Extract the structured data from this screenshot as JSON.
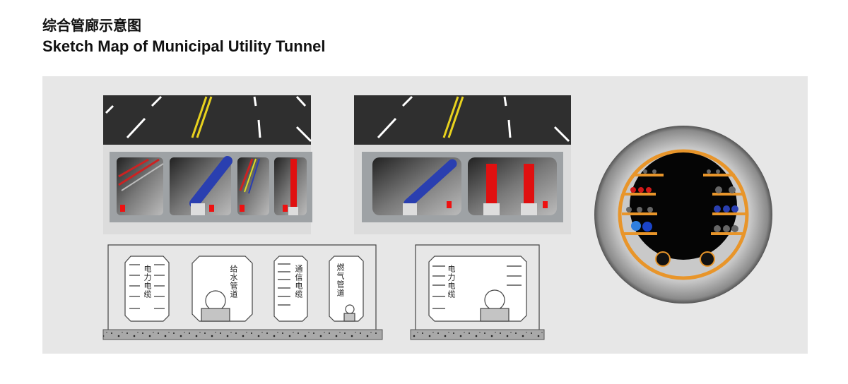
{
  "title_cn": "综合管廊示意图",
  "title_en": "Sketch Map of Municipal Utility Tunnel",
  "schematic_labels": {
    "power_cable": "电力电缆",
    "water_pipe": "给水管道",
    "telecom_cable": "通信电缆",
    "gas_pipe": "燃气管道"
  },
  "colors": {
    "panel": "#e7e7e7",
    "asphalt": "#2f2f2f",
    "lane_yellow": "#e8d21e",
    "pipe_blue": "#2a3fb0",
    "pipe_red": "#e01010",
    "ring_orange": "#e8952a"
  }
}
